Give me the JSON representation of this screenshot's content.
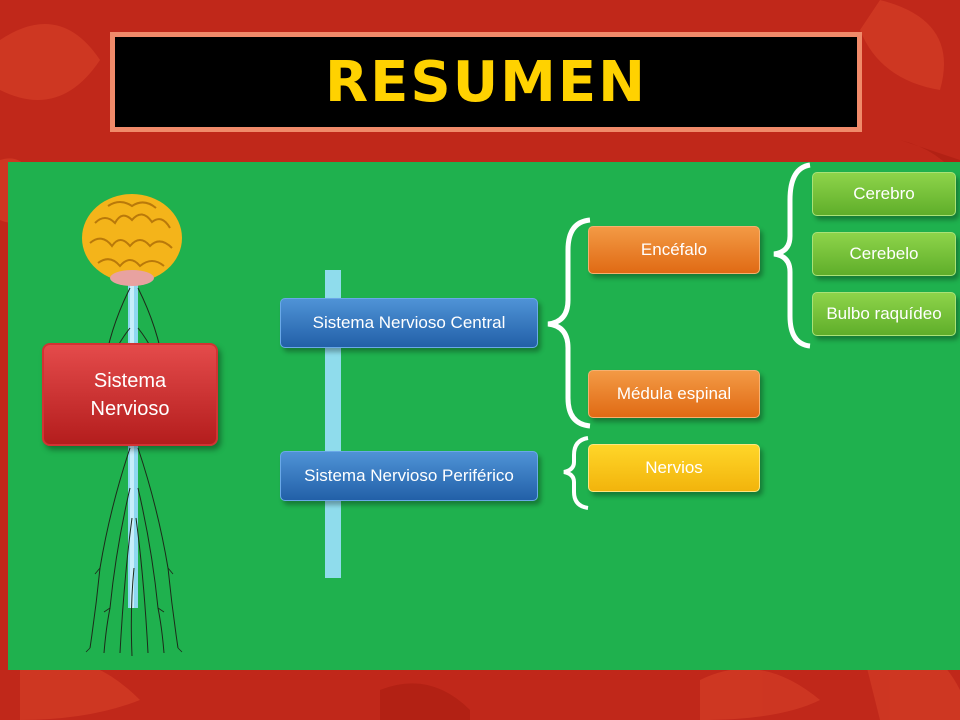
{
  "title": "RESUMEN",
  "root": {
    "line1": "Sistema",
    "line2": "Nervioso"
  },
  "branches": [
    {
      "label": "Sistema Nervioso Central"
    },
    {
      "label": "Sistema Nervioso Periférico"
    }
  ],
  "central_children": [
    {
      "label": "Encéfalo"
    },
    {
      "label": "Médula espinal"
    }
  ],
  "encefalo_children": [
    {
      "label": "Cerebro"
    },
    {
      "label": "Cerebelo"
    },
    {
      "label": "Bulbo raquídeo"
    }
  ],
  "periferico_children": [
    {
      "label": "Nervios"
    }
  ],
  "colors": {
    "background": "#c0281a",
    "panel": "#1fb14e",
    "title_text": "#ffd200",
    "title_border": "#f08a6a",
    "root_box": "#c62828",
    "branch_box": "#2e6fb8",
    "orange_box": "#ea7a22",
    "yellow_box": "#f7c41a",
    "green_box": "#72be36"
  }
}
